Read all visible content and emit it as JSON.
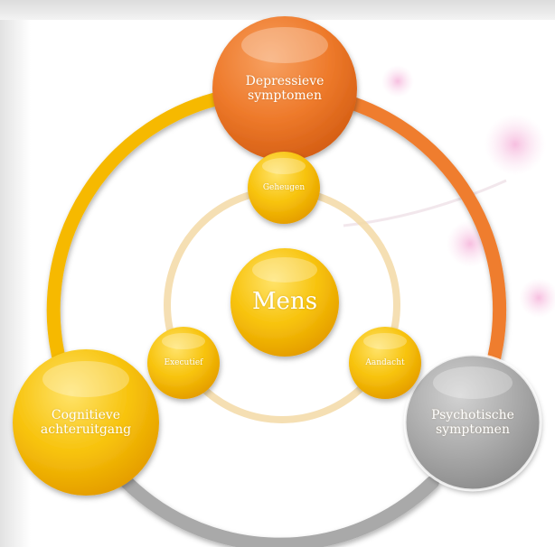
{
  "diagram": {
    "center": {
      "label": "Mens"
    },
    "inner_nodes": [
      {
        "id": "geheugen",
        "label": "Geheugen"
      },
      {
        "id": "executief",
        "label": "Executief"
      },
      {
        "id": "aandacht",
        "label": "Aandacht"
      }
    ],
    "outer_nodes": [
      {
        "id": "depressieve",
        "label": "Depressieve\nsymptomen",
        "color": "#ee7a2b"
      },
      {
        "id": "cognitieve",
        "label": "Cognitieve\nachteruitgang",
        "color": "#f5b800"
      },
      {
        "id": "psychotische",
        "label": "Psychotische\nsymptomen",
        "color": "#a8a8a8"
      }
    ],
    "colors": {
      "orange": "#ee7a2b",
      "yellow": "#f5b800",
      "gray": "#a8a8a8",
      "inner_ring": "#f3d9a6"
    }
  }
}
